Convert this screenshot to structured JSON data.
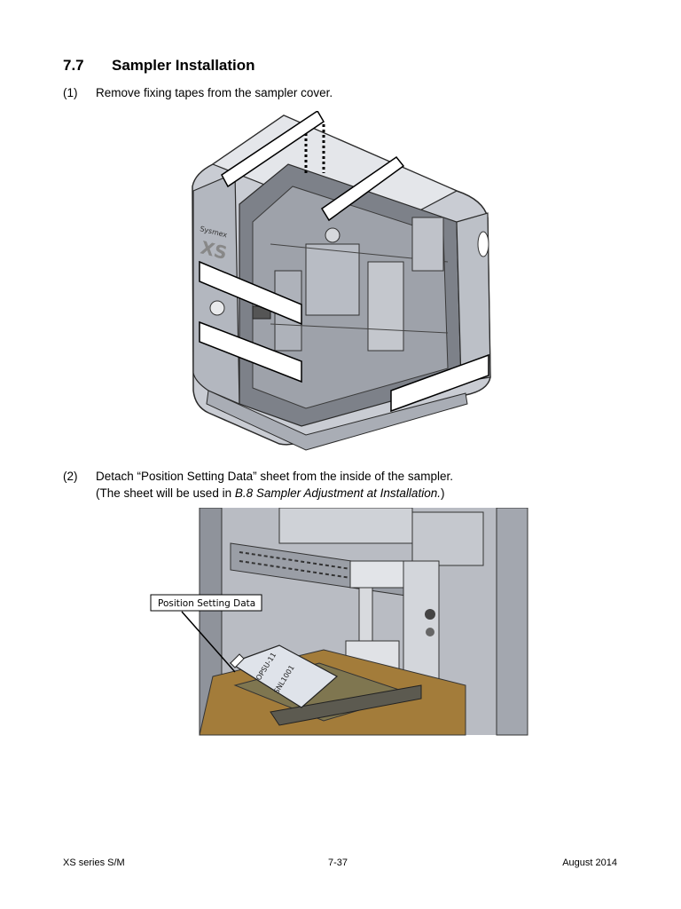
{
  "section": {
    "number": "7.7",
    "title": "Sampler Installation"
  },
  "step1": {
    "number": "(1)",
    "text": "Remove fixing tapes from the sampler cover."
  },
  "step2": {
    "number": "(2)",
    "text": "Detach “Position Setting Data” sheet from the inside of the sampler.",
    "note_before": "(The sheet will be used in ",
    "note_ref": "B.8 Sampler Adjustment at Installation.",
    "note_after": ")"
  },
  "figure1": {
    "brand_text": "Sysmex",
    "model_text": "XS"
  },
  "figure2": {
    "callout_label": "Position Setting Data",
    "sheet_line1": "OPSU-11",
    "sheet_line2": "SNL1001"
  },
  "footer": {
    "left": "XS series S/M",
    "center": "7-37",
    "right": "August 2014"
  }
}
